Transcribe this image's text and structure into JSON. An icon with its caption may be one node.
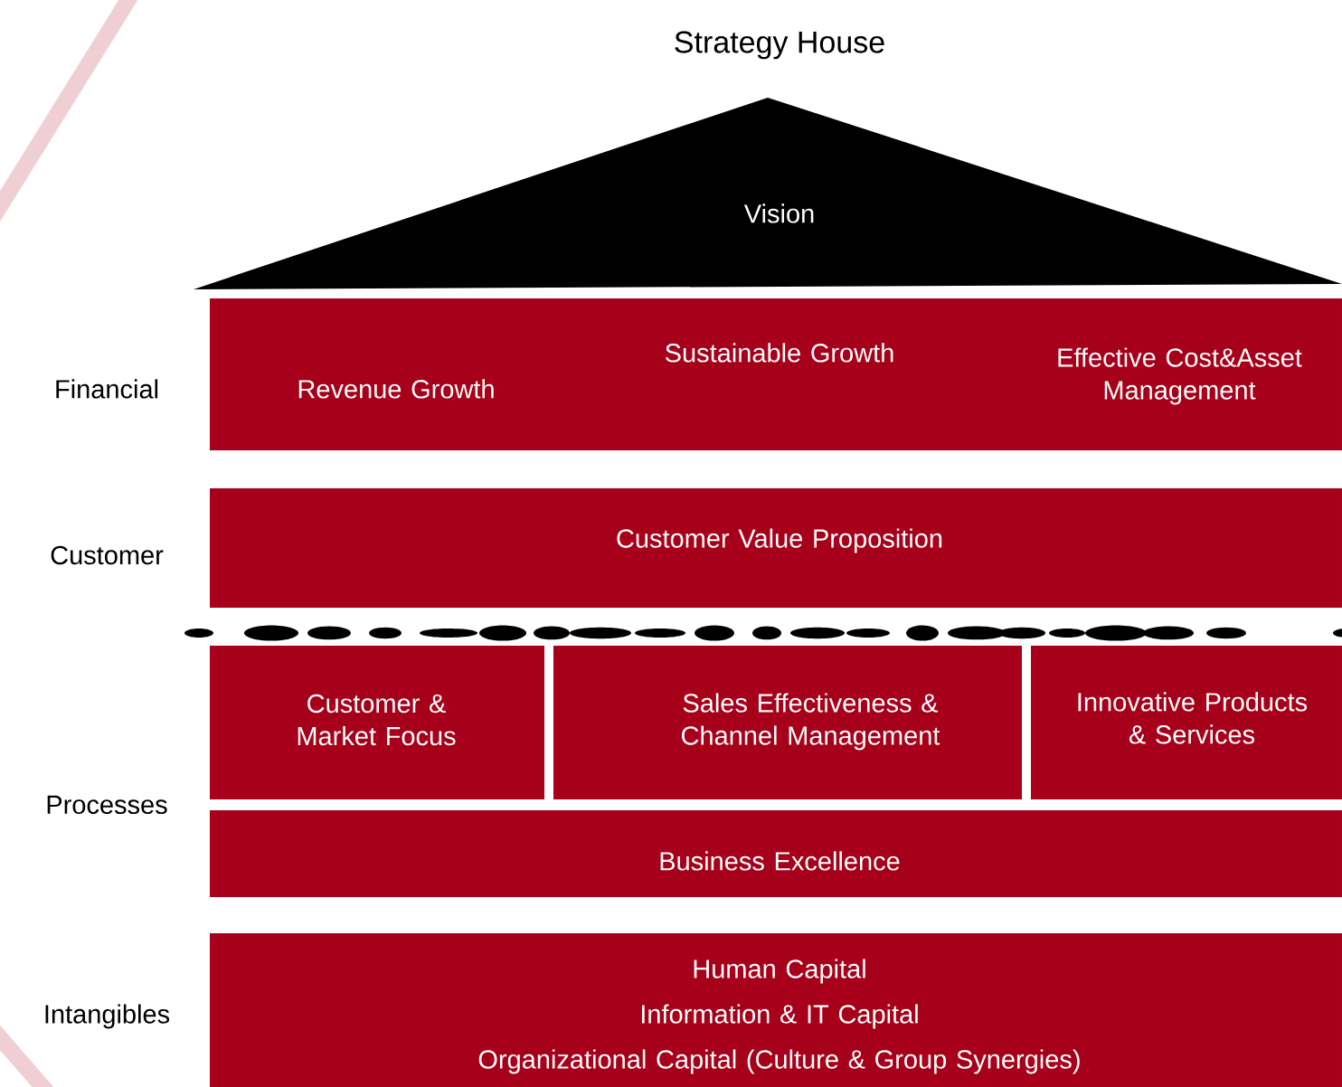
{
  "diagram": {
    "title": "Strategy House",
    "nodes": [
      {
        "text": [
          "Vision"
        ]
      },
      {
        "text": [
          "Revenue Growth",
          "Sustainable Growth",
          "Effective Cost&Asset Management"
        ]
      },
      {
        "text": [
          "Customer Value Proposition"
        ]
      },
      {
        "text": [
          "Customer & Market Focus"
        ]
      },
      {
        "text": [
          "Sales Effectiveness & Channel Management"
        ]
      },
      {
        "text": [
          "Innovative Products & Services"
        ]
      },
      {
        "text": [
          "Business Excellence"
        ]
      },
      {
        "text": [
          "Human Capital",
          "Information & IT Capital",
          "Organizational Capital (Culture & Group Synergies)"
        ]
      }
    ],
    "labels": [
      "Financial",
      "Customer",
      "Processes",
      "Intangibles"
    ]
  }
}
